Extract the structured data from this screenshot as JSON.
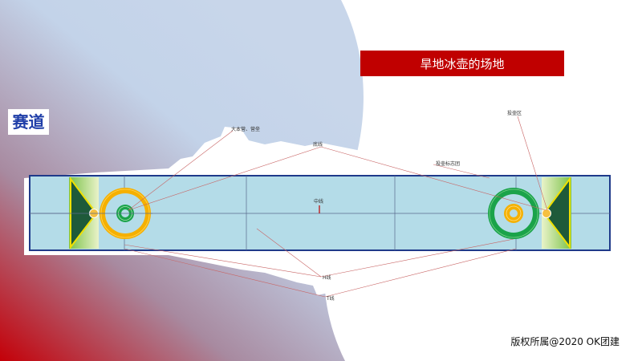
{
  "header": {
    "title": "旱地冰壶的场地"
  },
  "section": {
    "label": "赛道"
  },
  "footer": {
    "copyright": "版权所属@2020 OK团建"
  },
  "diagram": {
    "labels": {
      "house_rings": "大本营、营垒",
      "back_line": "底线",
      "throwing_area": "投壶区",
      "marker_line": "投壶标志团",
      "center_line": "中线",
      "hog_line": "H线",
      "tee_line": "T线"
    },
    "colors": {
      "background_red": "#c00000",
      "background_blue": "#c3d3e9",
      "sheet": "#b4dce8",
      "sheet_border": "#1f3a8a",
      "ring_yellow": "#f5b000",
      "ring_green": "#1aa34a",
      "hack_green": "#1e5a3a",
      "leader_line": "#c86464"
    }
  }
}
